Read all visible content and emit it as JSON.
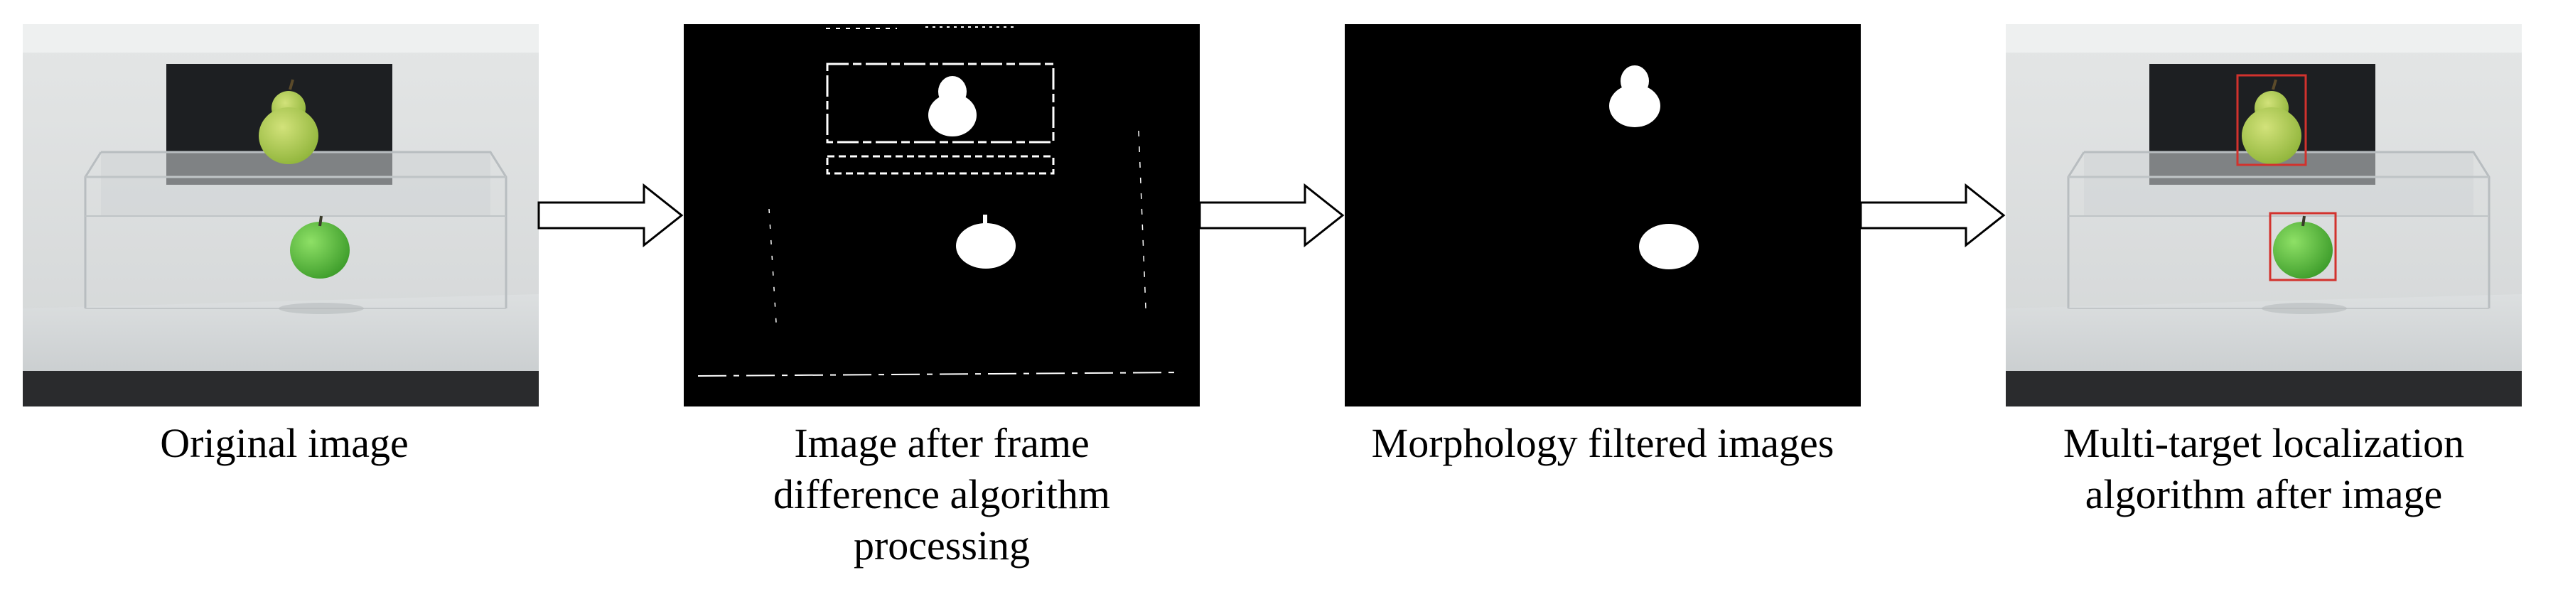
{
  "panels": [
    {
      "id": "original",
      "caption": "Original image"
    },
    {
      "id": "frame-difference",
      "caption": "Image after frame\ndifference algorithm\nprocessing"
    },
    {
      "id": "morphology",
      "caption": "Morphology filtered images"
    },
    {
      "id": "localization",
      "caption": "Multi-target localization\nalgorithm after image"
    }
  ],
  "colors": {
    "fruit_pear": "#a6c84a",
    "fruit_apple": "#5ec23e",
    "detection_box": "#d2322d",
    "mask": "#ffffff",
    "background": "#000000"
  }
}
